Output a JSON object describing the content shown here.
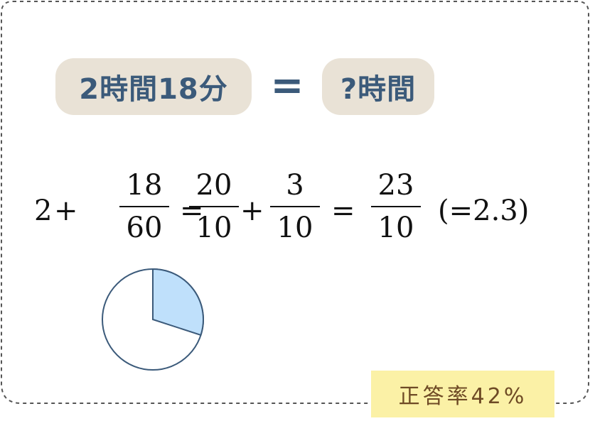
{
  "question": {
    "left": "2時間18分",
    "equals": "=",
    "right": "?時間"
  },
  "equation": {
    "whole": "2",
    "plus1": "+",
    "frac1": {
      "num": "18",
      "den": "60"
    },
    "eq1": "=",
    "frac2": {
      "num": "20",
      "den": "10"
    },
    "plus2": "+",
    "frac3": {
      "num": "3",
      "den": "10"
    },
    "eq2": "=",
    "frac4": {
      "num": "23",
      "den": "10"
    },
    "decimal_note": "(=2.3)"
  },
  "pie": {
    "fraction": 0.3,
    "fill_color": "#bfe0fb",
    "stroke_color": "#3b5a7a"
  },
  "badge": {
    "label": "正答率42%"
  },
  "colors": {
    "accent": "#3b5a7a",
    "pill_bg": "#e9e2d6",
    "badge_bg": "#fbf1a6",
    "badge_text": "#6e4a25"
  }
}
